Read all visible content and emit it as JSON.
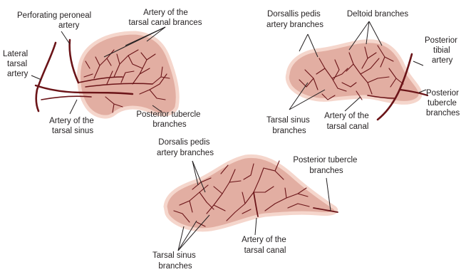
{
  "diagrams": {
    "lateral_view": {
      "labels": {
        "perforating_peroneal_1": "Perforating peroneal",
        "perforating_peroneal_2": "artery",
        "artery_tarsal_canal_br_1": "Artery of the",
        "artery_tarsal_canal_br_2": "tarsal canal brances",
        "lateral_tarsal_1": "Lateral",
        "lateral_tarsal_2": "tarsal",
        "lateral_tarsal_3": "artery",
        "posterior_tubercle_1": "Posterior tubercle",
        "posterior_tubercle_2": "branches",
        "artery_tarsal_sinus_1": "Artery of the",
        "artery_tarsal_sinus_2": "tarsal sinus"
      }
    },
    "medial_view": {
      "labels": {
        "dorsalis_pedis_1": "Dorsallis pedis",
        "dorsalis_pedis_2": "artery branches",
        "deltoid": "Deltoid branches",
        "posterior_tibial_1": "Posterior",
        "posterior_tibial_2": "tibial",
        "posterior_tibial_3": "artery",
        "posterior_tubercle_1": "Posterior",
        "posterior_tubercle_2": "tubercle",
        "posterior_tubercle_3": "branches",
        "tarsal_sinus_1": "Tarsal sinus",
        "tarsal_sinus_2": "branches",
        "tarsal_canal_1": "Artery of the",
        "tarsal_canal_2": "tarsal canal"
      }
    },
    "superior_view": {
      "labels": {
        "dorsalis_pedis_1": "Dorsalis pedis",
        "dorsalis_pedis_2": "artery branches",
        "posterior_tubercle_1": "Posterior tubercle",
        "posterior_tubercle_2": "branches",
        "tarsal_canal_1": "Artery of the",
        "tarsal_canal_2": "tarsal canal",
        "tarsal_sinus_1": "Tarsal sinus",
        "tarsal_sinus_2": "branches"
      }
    }
  },
  "colors": {
    "bone_fill": "#e2aea2",
    "bone_rim": "#f5d6cc",
    "artery": "#6b1418",
    "label_text": "#231f20"
  }
}
